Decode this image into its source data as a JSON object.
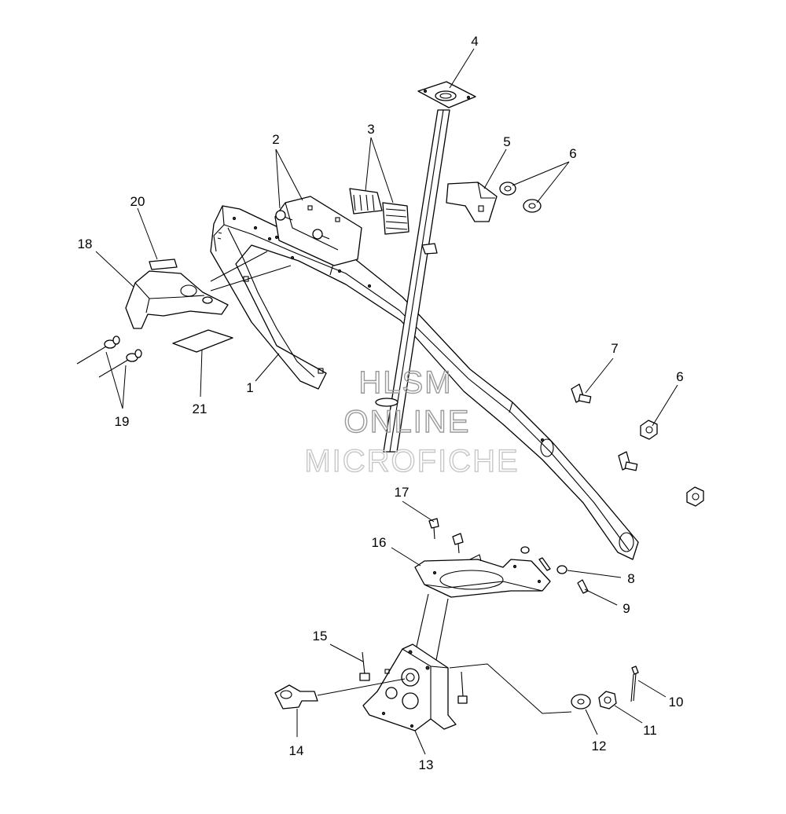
{
  "callouts": [
    {
      "id": "c1",
      "label": "1"
    },
    {
      "id": "c2",
      "label": "2"
    },
    {
      "id": "c3",
      "label": "3"
    },
    {
      "id": "c4",
      "label": "4"
    },
    {
      "id": "c5",
      "label": "5"
    },
    {
      "id": "c6a",
      "label": "6"
    },
    {
      "id": "c6b",
      "label": "6"
    },
    {
      "id": "c7",
      "label": "7"
    },
    {
      "id": "c8",
      "label": "8"
    },
    {
      "id": "c9",
      "label": "9"
    },
    {
      "id": "c10",
      "label": "10"
    },
    {
      "id": "c11",
      "label": "11"
    },
    {
      "id": "c12",
      "label": "12"
    },
    {
      "id": "c13",
      "label": "13"
    },
    {
      "id": "c14",
      "label": "14"
    },
    {
      "id": "c15",
      "label": "15"
    },
    {
      "id": "c16",
      "label": "16"
    },
    {
      "id": "c17",
      "label": "17"
    },
    {
      "id": "c18",
      "label": "18"
    },
    {
      "id": "c19",
      "label": "19"
    },
    {
      "id": "c20",
      "label": "20"
    },
    {
      "id": "c21",
      "label": "21"
    }
  ],
  "watermark": {
    "line1": "HLSM",
    "line2": "ONLINE",
    "line3": "MICROFICHE"
  }
}
